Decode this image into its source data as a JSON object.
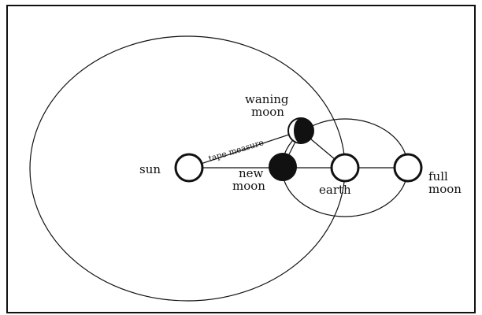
{
  "diagram": {
    "labels": {
      "sun": "sun",
      "new_moon_line1": "new",
      "new_moon_line2": "moon",
      "earth": "earth",
      "full_moon_line1": "full",
      "full_moon_line2": "moon",
      "waning_moon_line1": "waning",
      "waning_moon_line2": "moon",
      "tape_measure": "tape measure"
    }
  }
}
